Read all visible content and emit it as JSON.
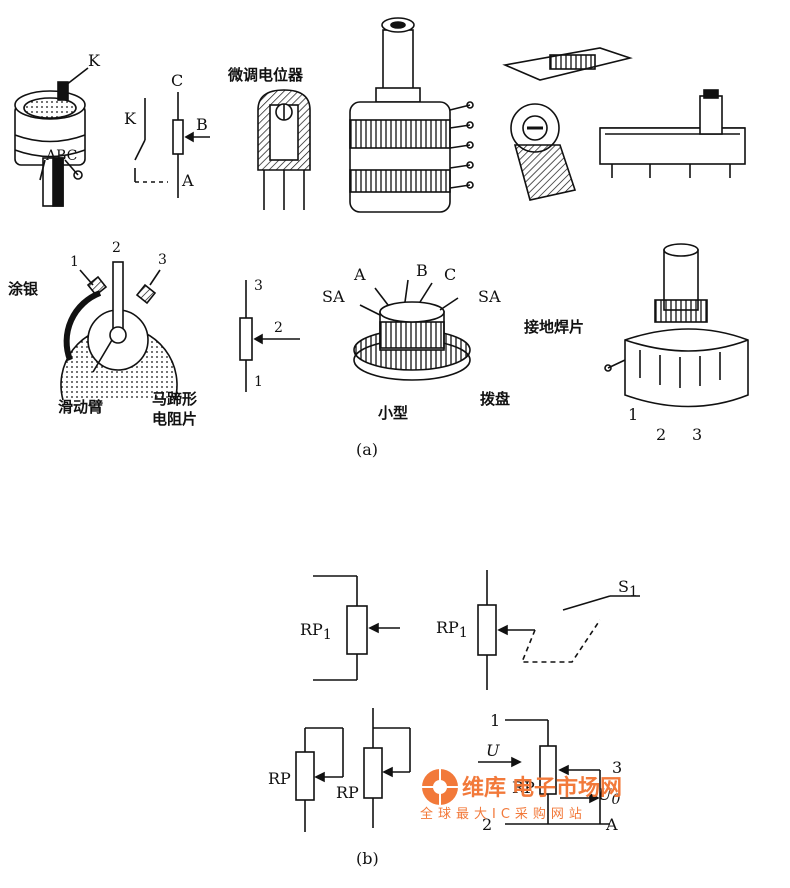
{
  "panel_a": {
    "caption": "(a)",
    "switch_pot": {
      "k_top": "K",
      "terminals": "ABC"
    },
    "symbol_with_switch": {
      "switch": "K",
      "c": "C",
      "b": "B",
      "a": "A"
    },
    "trimmer": {
      "title": "微调电位器"
    },
    "carbon_pot": {
      "t1": "1",
      "t2": "2",
      "t3": "3",
      "silver_coat": "涂银",
      "slider_arm": "滑动臂",
      "horseshoe_line1": "马蹄形",
      "horseshoe_line2": "电阻片"
    },
    "pot_symbol": {
      "t3": "3",
      "t2": "2",
      "t1": "1"
    },
    "small_pot": {
      "a": "A",
      "b": "B",
      "c": "C",
      "sa_left": "SA",
      "sa_right": "SA",
      "dial": "拨盘",
      "caption": "小型"
    },
    "ground_pot": {
      "ground_tab": "接地焊片",
      "t1": "1",
      "t2": "2",
      "t3": "3"
    }
  },
  "panel_b": {
    "caption": "(b)",
    "rp1_left": "RP",
    "rp1_left_sub": "1",
    "rp1_right": "RP",
    "rp1_right_sub": "1",
    "switch_label": "S",
    "switch_sub": "1",
    "rp_a": "RP",
    "rp_b": "RP",
    "divider": {
      "t1": "1",
      "u_in": "U",
      "t3": "3",
      "rp": "RP",
      "u_out": "U",
      "u_out_sub": "0",
      "t2": "2",
      "a": "A"
    }
  },
  "watermark": {
    "line1_a": "维库",
    "line1_b": "电子市场网",
    "line2": "全球最大IC采购网站"
  },
  "colors": {
    "ink": "#111111",
    "watermark": "#f2793a",
    "paper": "#ffffff"
  }
}
